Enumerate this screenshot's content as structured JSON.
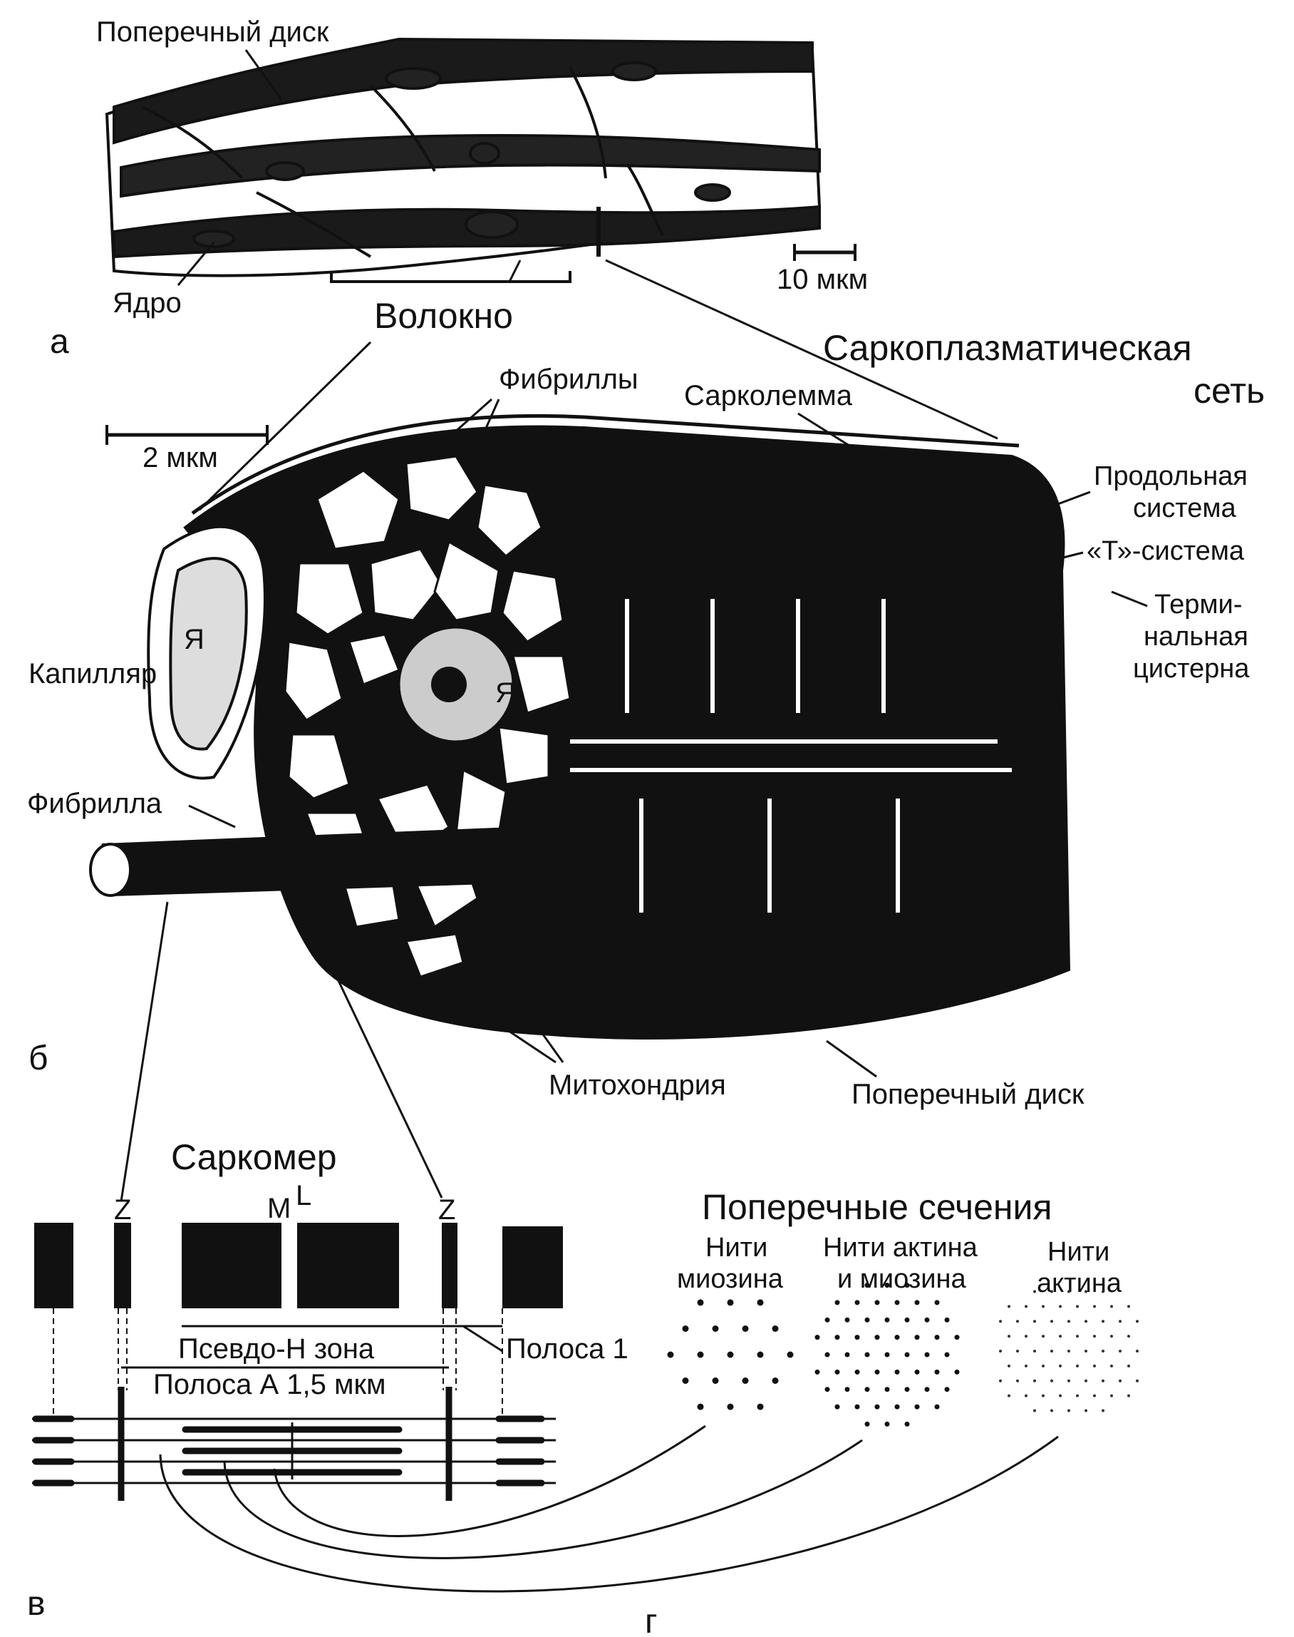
{
  "panel_a": {
    "letter": "а",
    "label_disc": "Поперечный диск",
    "label_nucleus": "Ядро",
    "label_fiber": "Волокно",
    "scale": "10 мкм"
  },
  "panel_b": {
    "letter": "б",
    "label_sr_line1": "Саркоплазматическая",
    "label_sr_line2": "сеть",
    "label_fibrils": "Фибриллы",
    "label_sarcolemma": "Сарколемма",
    "label_long_line1": "Продольная",
    "label_long_line2": "система",
    "label_t": "«Т»-система",
    "label_term_line1": "Терми-",
    "label_term_line2": "нальная",
    "label_term_line3": "цистерна",
    "scale": "2 мкм",
    "label_capillary": "Капилляр",
    "label_fibril": "Фибрилла",
    "nucleus_mark": "Я",
    "label_mito": "Митохондрия",
    "label_disc": "Поперечный диск"
  },
  "panel_v": {
    "letter": "в",
    "title": "Саркомер",
    "z": "Z",
    "m": "M",
    "l": "L",
    "label_h": "Псевдо-Н зона",
    "label_i": "Полоса 1",
    "label_a": "Полоса А 1,5 мкм"
  },
  "panel_g": {
    "letter": "г",
    "title": "Поперечные сечения",
    "myosin_line1": "Нити",
    "myosin_line2": "миозина",
    "both_line1": "Нити актина",
    "both_line2": "и миозина",
    "actin_line1": "Нити",
    "actin_line2": "актина"
  },
  "colors": {
    "ink": "#111111",
    "paper": "#ffffff"
  }
}
